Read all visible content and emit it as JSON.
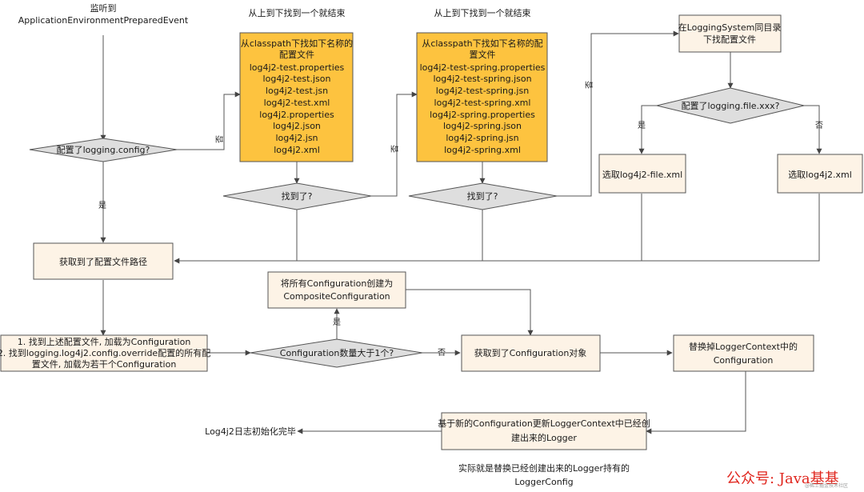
{
  "top_event": [
    "监听到",
    "ApplicationEnvironmentPreparedEvent"
  ],
  "search_caption_1": "从上到下找到一个就结束",
  "search_caption_2": "从上到下找到一个就结束",
  "d_logging_config": "配置了logging.config?",
  "classpath_box_1": [
    "从classpath下找如下名称的",
    "配置文件",
    "log4j2-test.properties",
    "log4j2-test.json",
    "log4j2-test.jsn",
    "log4j2-test.xml",
    "log4j2.properties",
    "log4j2.json",
    "log4j2.jsn",
    "log4j2.xml"
  ],
  "classpath_box_2": [
    "从classpath下找如下名称的配",
    "置文件",
    "log4j2-test-spring.properties",
    "log4j2-test-spring.json",
    "log4j2-test-spring.jsn",
    "log4j2-test-spring.xml",
    "log4j2-spring.properties",
    "log4j2-spring.json",
    "log4j2-spring.jsn",
    "log4j2-spring.xml"
  ],
  "d_found_1": "找到了?",
  "d_found_2": "找到了?",
  "logging_system_box": [
    "在LoggingSystem同目录",
    "下找配置文件"
  ],
  "d_logging_file": "配置了logging.file.xxx?",
  "pick_file_xml": "选取log4j2-file.xml",
  "pick_xml": "选取log4j2.xml",
  "got_path_box": "获取到了配置文件路径",
  "load_box": [
    "1. 找到上述配置文件, 加载为Configuration",
    "2. 找到logging.log4j2.config.override配置的所有配",
    "置文件, 加载为若干个Configuration"
  ],
  "d_config_count": "Configuration数量大于1个?",
  "composite_box": [
    "将所有Configuration创建为",
    "CompositeConfiguration"
  ],
  "got_config_box": "获取到了Configuration对象",
  "replace_box": [
    "替换掉LoggerContext中的",
    "Configuration"
  ],
  "update_box": [
    "基于新的Configuration更新LoggerContext中已经创",
    "建出来的Logger"
  ],
  "done_text": "Log4j2日志初始化完毕",
  "note": [
    "实际就是替换已经创建出来的Logger持有的",
    "LoggerConfig"
  ],
  "edge_labels": {
    "yes": "是",
    "no": "否"
  },
  "watermark": "公众号: Java基基",
  "watermark_small": "@稀土掘金技术社区",
  "colors": {
    "orange_fill": "#fdc33f",
    "box_fill": "#fdf3e6",
    "diamond_fill": "#dedede",
    "stroke": "#555555"
  }
}
